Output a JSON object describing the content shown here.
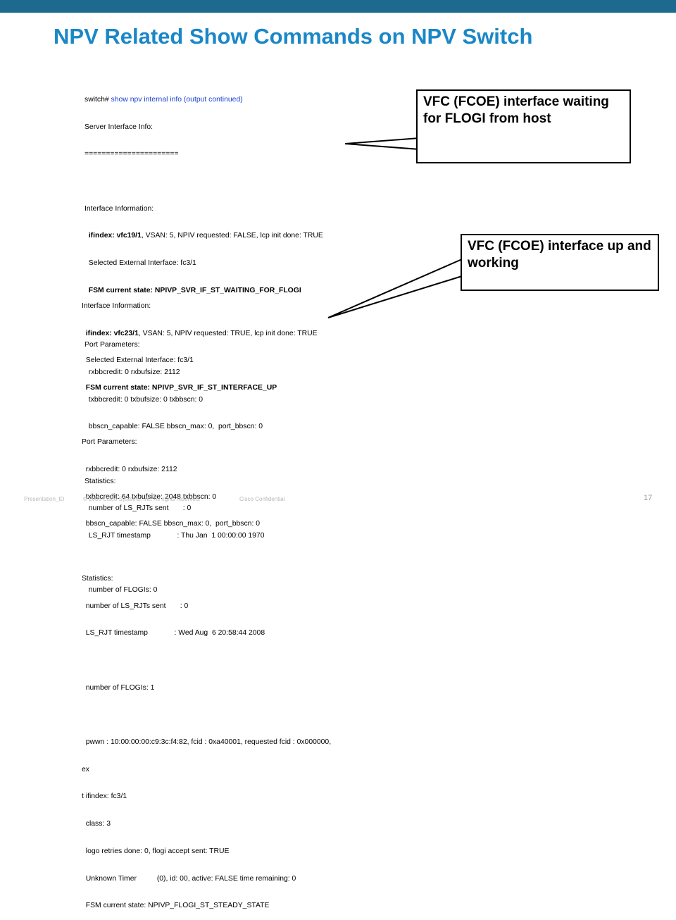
{
  "title": "NPV Related Show Commands on NPV Switch",
  "colors": {
    "top_bar": "#1e6a8f",
    "title": "#1a87c7",
    "command_text": "#1a3fd0"
  },
  "block1": {
    "prompt": "switch# ",
    "command": "show npv internal info (output continued)",
    "lines": [
      "Server Interface Info:",
      "======================",
      "",
      "Interface Information:",
      "  ifindex: vfc19/1, VSAN: 5, NPIV requested: FALSE, lcp init done: TRUE",
      "  Selected External Interface: fc3/1",
      "  FSM current state: NPIVP_SVR_IF_ST_WAITING_FOR_FLOGI",
      "",
      "Port Parameters:",
      "  rxbbcredit: 0 rxbufsize: 2112",
      "  txbbcredit: 0 txbufsize: 0 txbbscn: 0",
      "  bbscn_capable: FALSE bbscn_max: 0,  port_bbscn: 0",
      "",
      "Statistics:",
      "  number of LS_RJTs sent       : 0",
      "  LS_RJT timestamp             : Thu Jan  1 00:00:00 1970",
      "",
      "  number of FLOGIs: 0"
    ]
  },
  "block2": {
    "lines": [
      "Interface Information:",
      "  ifindex: vfc23/1, VSAN: 5, NPIV requested: TRUE, lcp init done: TRUE",
      "  Selected External Interface: fc3/1",
      "  FSM current state: NPIVP_SVR_IF_ST_INTERFACE_UP",
      "",
      "Port Parameters:",
      "  rxbbcredit: 0 rxbufsize: 2112",
      "  txbbcredit: 64 txbufsize: 2048 txbbscn: 0",
      "  bbscn_capable: FALSE bbscn_max: 0,  port_bbscn: 0",
      "",
      "Statistics:",
      "  number of LS_RJTs sent       : 0",
      "  LS_RJT timestamp             : Wed Aug  6 20:58:44 2008",
      "",
      "  number of FLOGIs: 1",
      "",
      "  pwwn : 10:00:00:00:c9:3c:f4:82, fcid : 0xa40001, requested fcid : 0x000000,",
      "ex",
      "t ifindex: fc3/1",
      "  class: 3",
      "  logo retries done: 0, flogi accept sent: TRUE",
      "  Unknown Timer          (0), id: 00, active: FALSE time remaining: 0",
      "  FSM current state: NPIVP_FLOGI_ST_STEADY_STATE"
    ]
  },
  "callouts": {
    "waiting": "VFC (FCOE) interface waiting for FLOGI from host",
    "up": "VFC (FCOE) interface up and working"
  },
  "footer": {
    "presentation_id": "Presentation_ID",
    "copyright": "© 2006 Cisco Systems, Inc. All rights reserved.",
    "confidential": "Cisco Confidential",
    "page_number": "17"
  }
}
